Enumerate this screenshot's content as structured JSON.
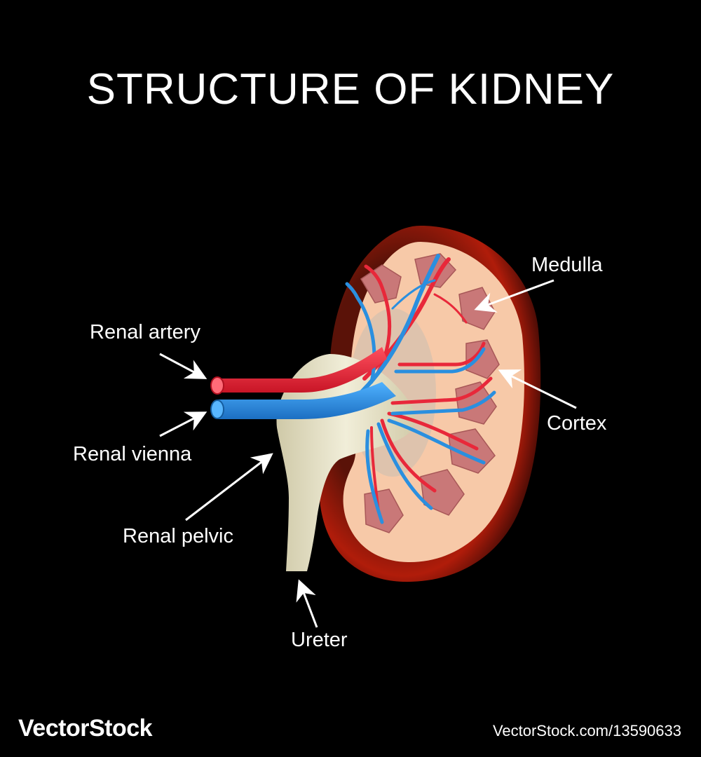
{
  "title": "STRUCTURE OF KIDNEY",
  "labels": {
    "renal_artery": "Renal artery",
    "renal_vienna": "Renal vienna",
    "renal_pelvic": "Renal pelvic",
    "ureter": "Ureter",
    "medulla": "Medulla",
    "cortex": "Cortex"
  },
  "watermark": {
    "brand": "VectorStock",
    "url": "VectorStock.com/13590633"
  },
  "colors": {
    "background": "#000000",
    "text": "#ffffff",
    "capsule": "#4a0f08",
    "cortex_glow": "#c0200a",
    "cortex": "#f7c9a8",
    "pyramid": "#c97575",
    "artery": "#e8283a",
    "vein": "#2a8fdf",
    "pelvis": "#ebe7cf"
  }
}
